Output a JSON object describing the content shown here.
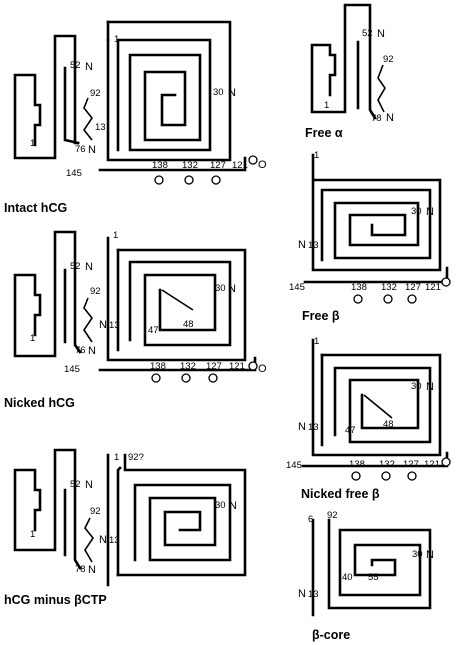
{
  "captions": {
    "intact_hcg": "Intact hCG",
    "free_alpha": "Free α",
    "nicked_hcg": "Nicked hCG",
    "free_beta": "Free β",
    "nicked_free_beta": "Nicked free β",
    "hcg_minus_bctp": "hCG minus βCTP",
    "beta_core": "β-core"
  },
  "labels": {
    "n1": "1",
    "n6": "6",
    "n13": "13",
    "n30": "30",
    "n40": "40",
    "n47": "47",
    "n48": "48",
    "n52": "52",
    "n55": "55",
    "n76": "76",
    "n78": "78",
    "n92": "92",
    "n92q": "92?",
    "n121": "121",
    "n127": "127",
    "n132": "132",
    "n138": "138",
    "n145": "145",
    "N": "N",
    "O": "O"
  }
}
